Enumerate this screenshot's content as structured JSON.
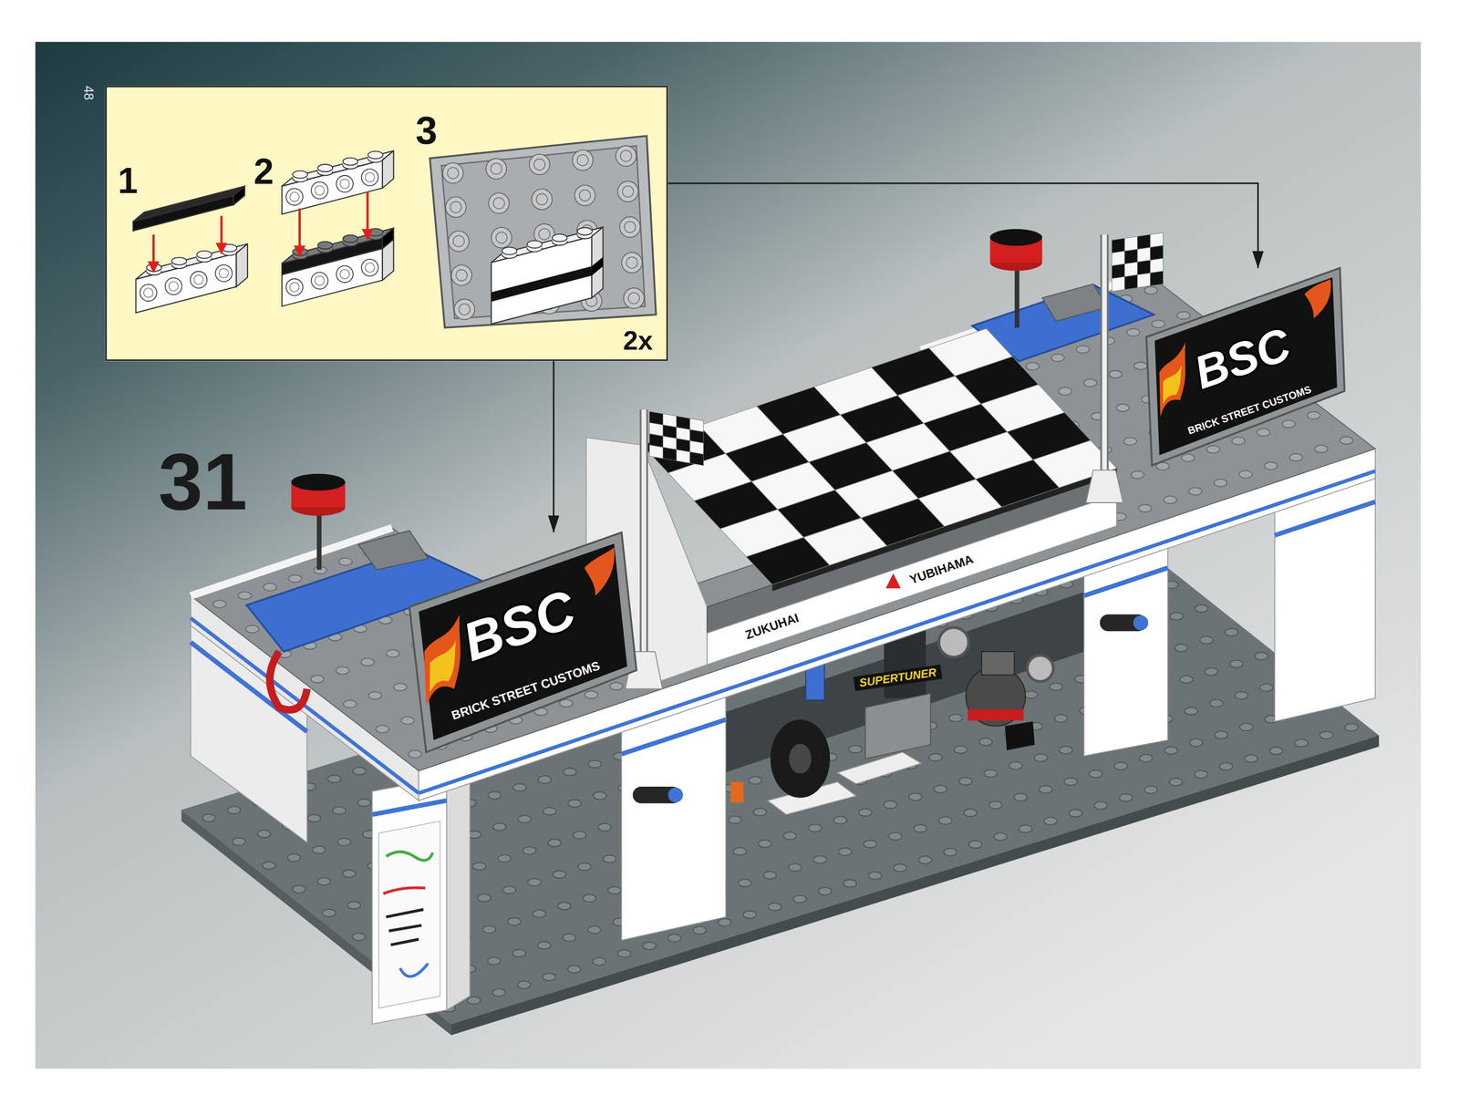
{
  "diagram": {
    "nodes": [
      {
        "text": [
          "1",
          "2",
          "3",
          "2x"
        ]
      },
      {
        "text": [
          "BSC",
          "BRICK STREET CUSTOMS"
        ]
      },
      {
        "text": [
          "BSC",
          "BRICK STREET CUSTOMS"
        ]
      }
    ],
    "edges": [
      {
        "from": 0,
        "to": 1,
        "arrow": "to"
      },
      {
        "from": 0,
        "to": 2,
        "arrow": "to"
      }
    ],
    "labels": [
      "48",
      "31",
      "ZUKUHAI",
      "YUBIHAMA",
      "SUPERTUNER"
    ]
  }
}
